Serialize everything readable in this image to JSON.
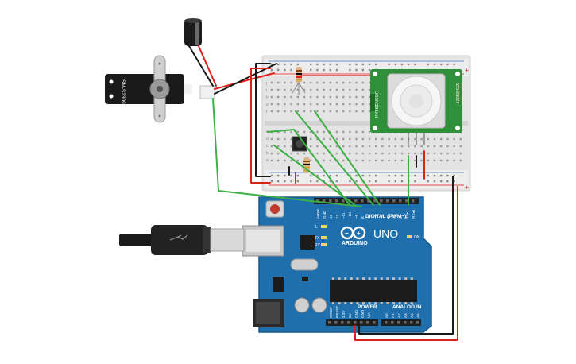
{
  "servo": {
    "label": "SM-S2309S"
  },
  "pir": {
    "label_left": "PIR SENSOR",
    "label_right": "555-28027"
  },
  "arduino": {
    "brand": "ARDUINO",
    "model": "UNO",
    "digital_label": "DIGITAL (PWM~)",
    "power_label": "POWER",
    "analog_label": "ANALOG IN",
    "aref": "AREF",
    "gnd": "GND",
    "digital_pins": [
      "13",
      "12",
      "~11",
      "~10",
      "~9",
      "8",
      "7",
      "~6",
      "~5",
      "4",
      "~3",
      "2",
      "TX▸1",
      "RX◂0"
    ],
    "power_pins": [
      "IOREF",
      "RESET",
      "3.3V",
      "5V",
      "GND",
      "GND",
      "Vin"
    ],
    "analog_pins": [
      "A0",
      "A1",
      "A2",
      "A3",
      "A4",
      "A5"
    ],
    "led_l": "L",
    "led_tx": "TX",
    "led_rx": "RX",
    "on_label": "ON"
  },
  "breadboard": {
    "row_letters": [
      "a",
      "b",
      "c",
      "d",
      "e",
      "f",
      "g",
      "h",
      "i",
      "j"
    ],
    "plus": "+",
    "minus": "−"
  },
  "colors": {
    "wire_red": "#e0201b",
    "wire_black": "#1a1a1a",
    "wire_green": "#3cb043",
    "arduino_blue": "#1f6fad",
    "pir_green": "#2f8f3a",
    "breadboard": "#e6e6e6"
  }
}
